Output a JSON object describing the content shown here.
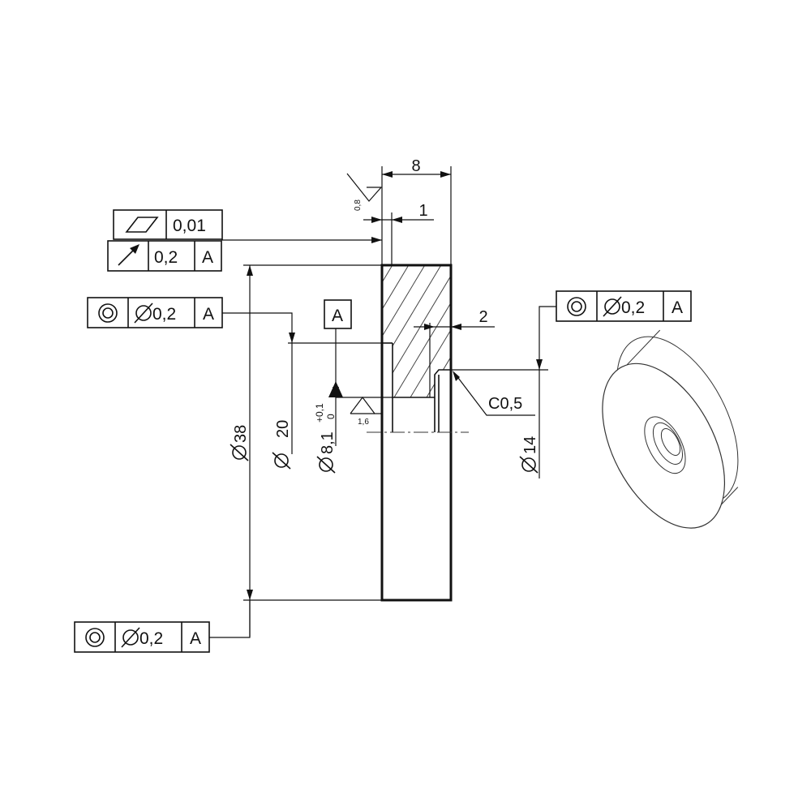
{
  "dimensions": {
    "width_8": "8",
    "depth_1": "1",
    "step_2": "2",
    "dia_38": "38",
    "dia_20": "20",
    "dia_8_1": "8,1",
    "tol_upper": "+0,1",
    "tol_lower": "0",
    "dia_14": "14",
    "chamfer": "C0,5"
  },
  "surface_finish": {
    "top_value": "0,8",
    "bore_value": "1,6"
  },
  "datum": {
    "label": "A"
  },
  "fcf": {
    "flatness_value": "0,01",
    "runout_value": "0,2",
    "runout_datum": "A",
    "concentric_left_value": "0,2",
    "concentric_left_datum": "A",
    "concentric_right_value": "0,2",
    "concentric_right_datum": "A",
    "concentric_bottom_value": "0,2",
    "concentric_bottom_datum": "A"
  }
}
